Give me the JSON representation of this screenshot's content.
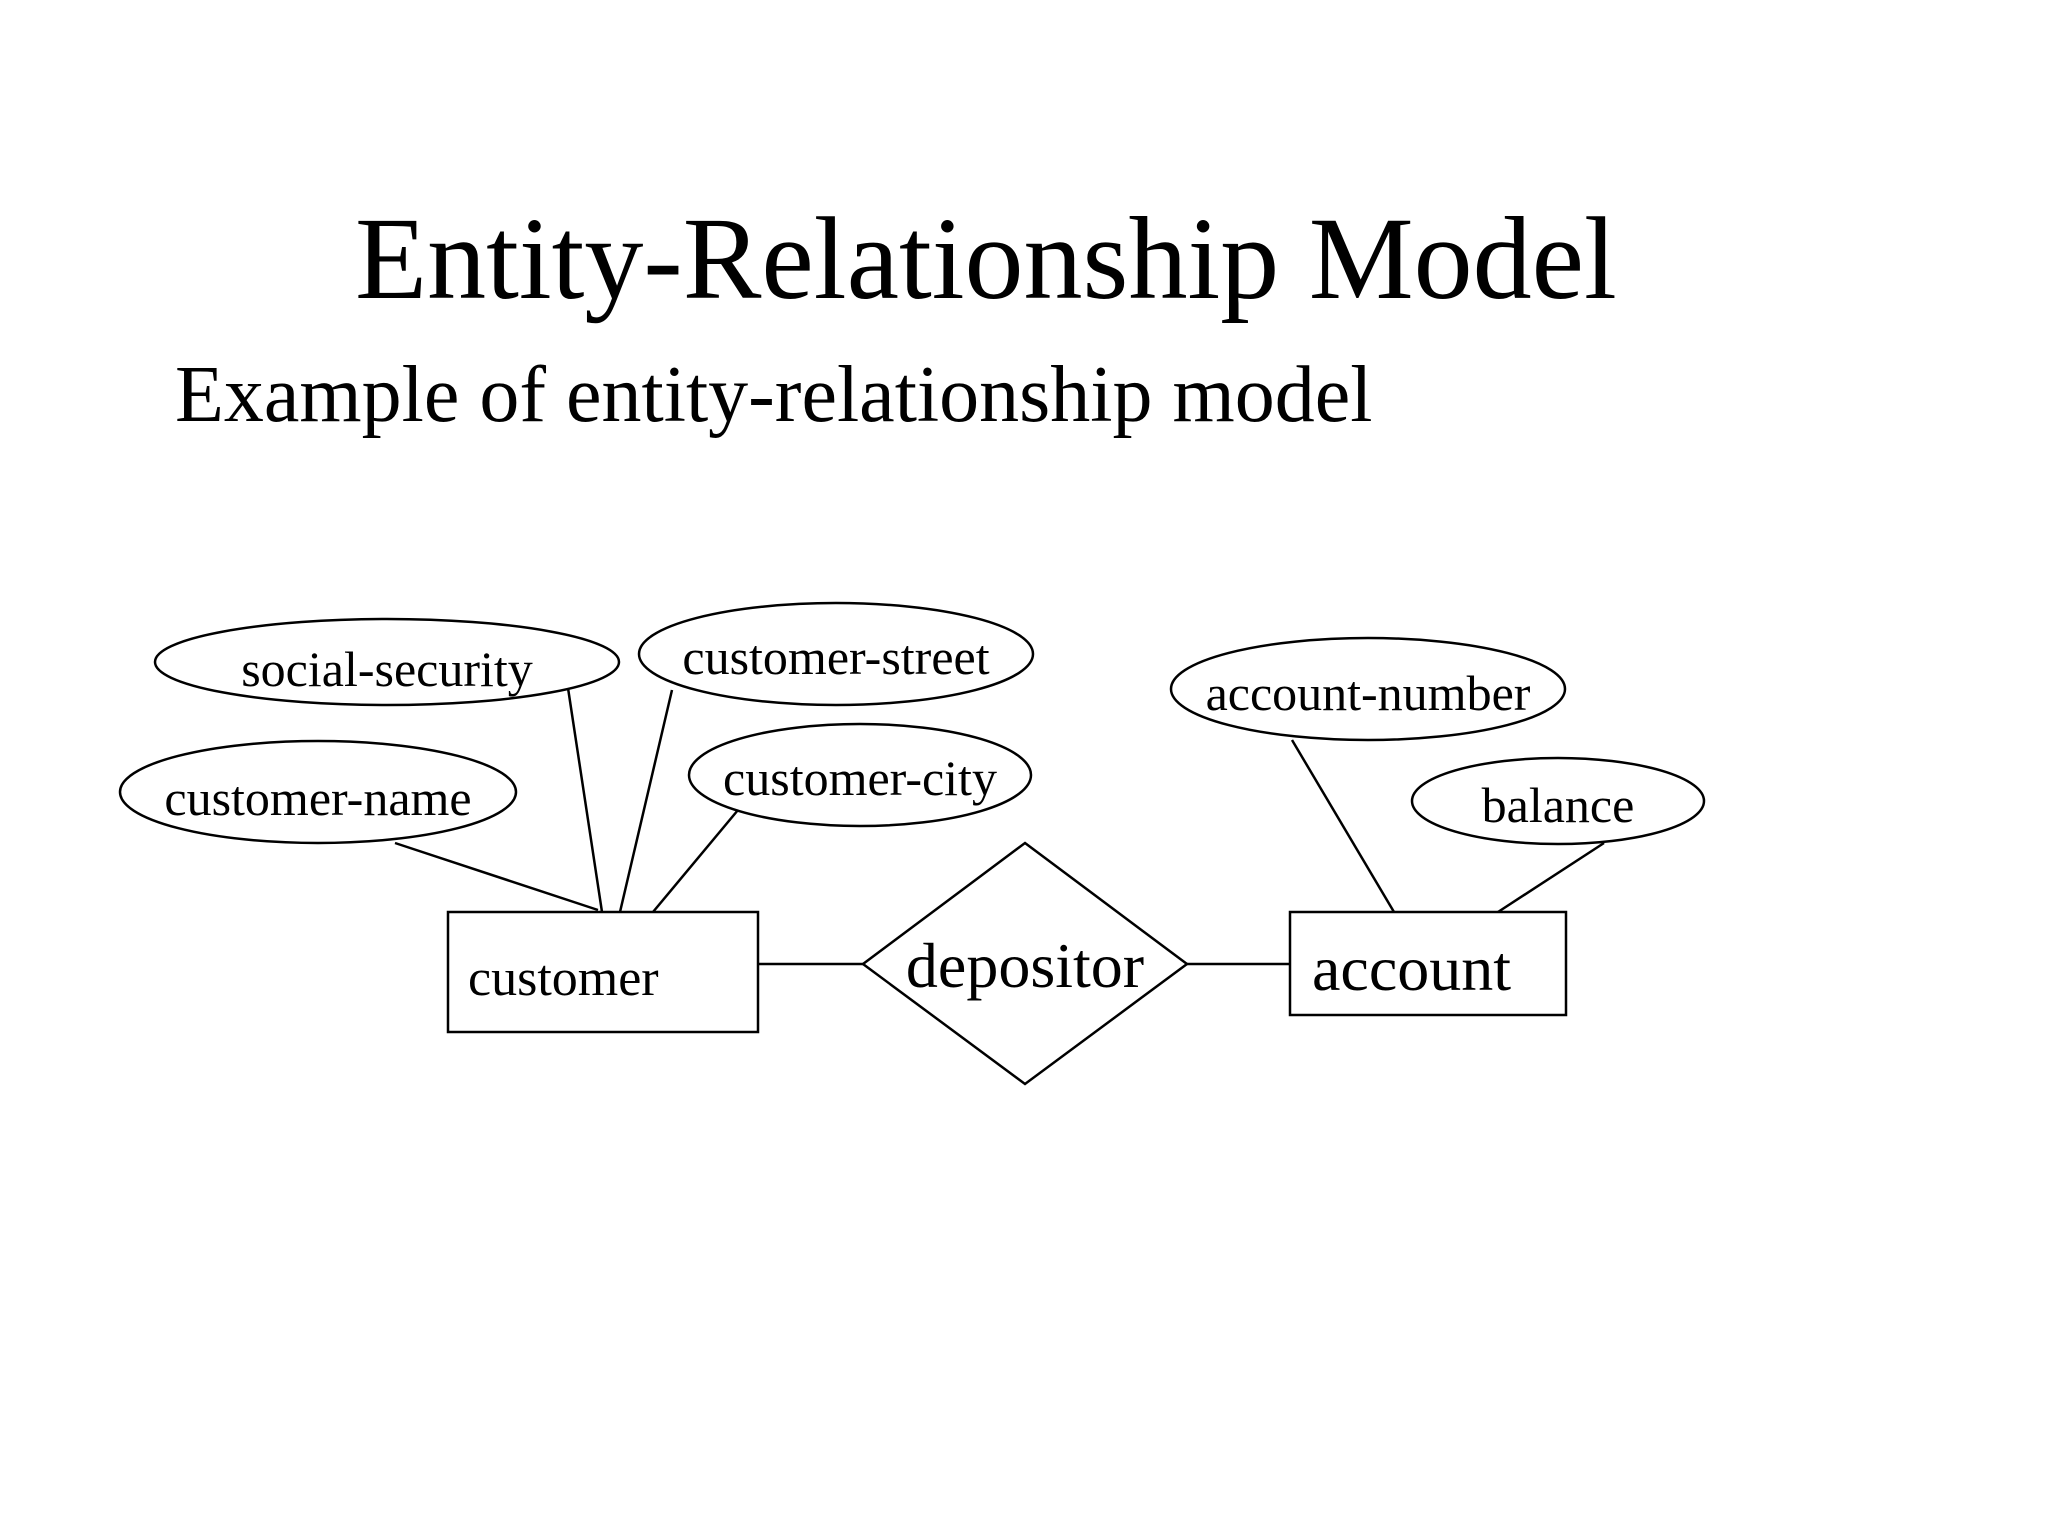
{
  "slide": {
    "title": "Entity-Relationship Model",
    "subtitle": "Example of entity-relationship model"
  },
  "diagram": {
    "entities": {
      "customer": "customer",
      "account": "account"
    },
    "relationship": "depositor",
    "attributes": {
      "social_security": "social-security",
      "customer_street": "customer-street",
      "customer_name": "customer-name",
      "customer_city": "customer-city",
      "account_number": "account-number",
      "balance": "balance"
    }
  }
}
